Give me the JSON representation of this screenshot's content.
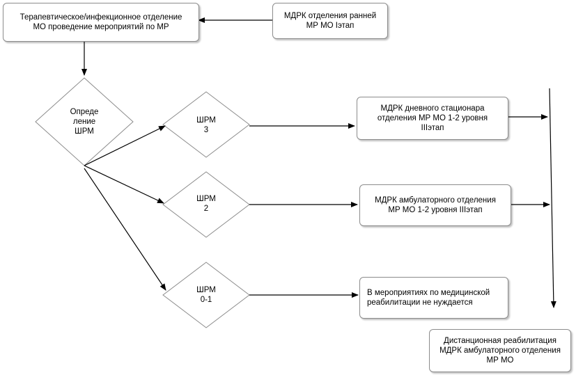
{
  "boxes": {
    "therapy_department": {
      "line1": "Терапевтическое/инфекционное отделение",
      "line2": "МО проведение мероприятий по МР"
    },
    "mdrk_early": {
      "line1": "МДРК отделения ранней",
      "line2": "МР МО Iэтап"
    },
    "mdrk_day_hospital": {
      "line1": "МДРК дневного стационара",
      "line2": "отделения  МР МО 1-2 уровня",
      "line3": "IIIэтап"
    },
    "mdrk_outpatient": {
      "line1": "МДРК амбулаторного отделения",
      "line2": "МР МО 1-2 уровня IIIэтап"
    },
    "no_rehab_needed": {
      "line1": "В мероприятиях по медицинской",
      "line2": "реабилитации не нуждается"
    },
    "distance_rehab": {
      "line1": "Дистанционная реабилитация",
      "line2": "МДРК амбулаторного отделения",
      "line3": "МР МО"
    }
  },
  "decisions": {
    "determine_shrm": {
      "line1": "Опреде",
      "line2": "ление",
      "line3": "ШРМ"
    },
    "shrm_3": {
      "line1": "ШРМ",
      "line2": "3"
    },
    "shrm_2": {
      "line1": "ШРМ",
      "line2": "2"
    },
    "shrm_0_1": {
      "line1": "ШРМ",
      "line2": "0-1"
    }
  },
  "colors": {
    "border": "#8c8c8c",
    "line": "#000000",
    "background": "#ffffff"
  }
}
